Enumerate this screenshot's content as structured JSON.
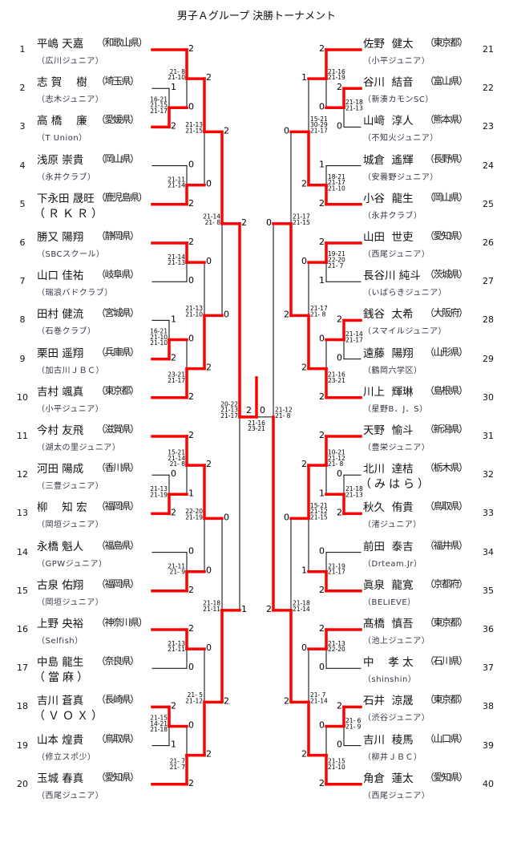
{
  "title": "男子Ａグループ 決勝トーナメント",
  "colors": {
    "winner_line": "#ff0000",
    "line": "#000000"
  },
  "players": [
    {
      "no": "1",
      "name": "平嶋 天嘉",
      "pref": "（和歌山県）",
      "team": "（広川ジュニア）"
    },
    {
      "no": "2",
      "name": "志 賀　 樹",
      "pref": "（埼玉県）",
      "team": "（志木ジュニア）"
    },
    {
      "no": "3",
      "name": "高 橋　 廉",
      "pref": "（愛媛県）",
      "team": "（T Union）"
    },
    {
      "no": "4",
      "name": "浅原 崇貴",
      "pref": "（岡山県）",
      "team": "（永井クラブ）"
    },
    {
      "no": "5",
      "name": "下永田 晟旺",
      "pref": "（鹿児島県）",
      "team": "（ＲＫＲ）",
      "big": true
    },
    {
      "no": "6",
      "name": "勝又 陽翔",
      "pref": "（静岡県）",
      "team": "（SBCスクール）"
    },
    {
      "no": "7",
      "name": "山口 佳祐",
      "pref": "（岐阜県）",
      "team": "（瑞浪バドクラブ）"
    },
    {
      "no": "8",
      "name": "田村 健流",
      "pref": "（宮城県）",
      "team": "（石巻クラブ）"
    },
    {
      "no": "9",
      "name": "栗田 遥翔",
      "pref": "（兵庫県）",
      "team": "（加古川ＪＢＣ）"
    },
    {
      "no": "10",
      "name": "吉村 颯真",
      "pref": "（東京都）",
      "team": "（小平ジュニア）"
    },
    {
      "no": "11",
      "name": "今村 友飛",
      "pref": "（滋賀県）",
      "team": "（湖太の里ジュニア）"
    },
    {
      "no": "12",
      "name": "河田 陽成",
      "pref": "（香川県）",
      "team": "（三豊ジュニア）"
    },
    {
      "no": "13",
      "name": "柳　 知 宏",
      "pref": "（福岡県）",
      "team": "（岡垣ジュニア）"
    },
    {
      "no": "14",
      "name": "永橋 魁人",
      "pref": "（福島県）",
      "team": "（GPWジュニア）"
    },
    {
      "no": "15",
      "name": "古泉 佑翔",
      "pref": "（福岡県）",
      "team": "（岡垣ジュニア）"
    },
    {
      "no": "16",
      "name": "上野 央裕",
      "pref": "（神奈川県）",
      "team": "（Selfish）"
    },
    {
      "no": "17",
      "name": "中島 龍生",
      "pref": "（奈良県）",
      "team": "（當麻）",
      "big": true
    },
    {
      "no": "18",
      "name": "吉川 蒼真",
      "pref": "（長崎県）",
      "team": "（ＶＯＸ）",
      "big": true
    },
    {
      "no": "19",
      "name": "山本 煌貴",
      "pref": "（鳥取県）",
      "team": "（修立スポ少）"
    },
    {
      "no": "20",
      "name": "玉城 春真",
      "pref": "（愛知県）",
      "team": "（西尾ジュニア）"
    },
    {
      "no": "21",
      "name": "佐野  健太",
      "pref": "（東京都）",
      "team": "（小平ジュニア）"
    },
    {
      "no": "22",
      "name": "谷川  結音",
      "pref": "（富山県）",
      "team": "（新湊カモンSC）"
    },
    {
      "no": "23",
      "name": "山﨑  淳人",
      "pref": "（熊本県）",
      "team": "（不知火ジュニア）"
    },
    {
      "no": "24",
      "name": "城倉  遙輝",
      "pref": "（長野県）",
      "team": "（安曇野ジュニア）"
    },
    {
      "no": "25",
      "name": "小谷  龍生",
      "pref": "（岡山県）",
      "team": "（永井クラブ）"
    },
    {
      "no": "26",
      "name": "山田  世吏",
      "pref": "（愛知県）",
      "team": "（西尾ジュニア）"
    },
    {
      "no": "27",
      "name": "長谷川 純斗",
      "pref": "（茨城県）",
      "team": "（いばらきジュニア）"
    },
    {
      "no": "28",
      "name": "銭谷  太希",
      "pref": "（大阪府）",
      "team": "（スマイルジュニア）"
    },
    {
      "no": "29",
      "name": "遠藤  陽翔",
      "pref": "（山形県）",
      "team": "（鶴岡六学区）"
    },
    {
      "no": "30",
      "name": "川上  輝琳",
      "pref": "（島根県）",
      "team": "（星野B．J．S）"
    },
    {
      "no": "31",
      "name": "天野  愉斗",
      "pref": "（新潟県）",
      "team": "（豊栄ジュニア）"
    },
    {
      "no": "32",
      "name": "北川  達桔",
      "pref": "（栃木県）",
      "team": "（みはら）",
      "big": true
    },
    {
      "no": "33",
      "name": "秋久  侑貴",
      "pref": "（鳥取県）",
      "team": "（渚ジュニア）"
    },
    {
      "no": "34",
      "name": "前田  泰吉",
      "pref": "（福井県）",
      "team": "（Drteam.Jr）"
    },
    {
      "no": "35",
      "name": "眞泉  龍寛",
      "pref": "（京都府）",
      "team": "（BELIEVE）"
    },
    {
      "no": "36",
      "name": "髙橋  慎吾",
      "pref": "（東京都）",
      "team": "（池上ジュニア）"
    },
    {
      "no": "37",
      "name": "中　 孝 太",
      "pref": "（石川県）",
      "team": "（shinshin）"
    },
    {
      "no": "38",
      "name": "石井  涼晟",
      "pref": "（東京都）",
      "team": "（渋谷ジュニア）"
    },
    {
      "no": "39",
      "name": "吉川  稜馬",
      "pref": "（山口県）",
      "team": "（柳井ＪＢＣ）"
    },
    {
      "no": "40",
      "name": "角倉  蓮太",
      "pref": "（愛知県）",
      "team": "（西尾ジュニア）"
    }
  ],
  "matches": {
    "L1A": {
      "scores": [
        "1",
        "2"
      ],
      "games": [
        "16-21",
        "21-15",
        "21-17"
      ]
    },
    "L1B": {
      "scores": [
        "2",
        "0"
      ],
      "games": [
        "21- 8",
        "21-10"
      ]
    },
    "L1C": {
      "scores": [
        "0",
        "2"
      ],
      "games": [
        "21-11",
        "21-14"
      ]
    },
    "L1D": {
      "scores": [
        "2",
        "0"
      ],
      "games": [
        "21-13",
        "21-15"
      ]
    },
    "L2E": {
      "scores": [
        "2",
        "0"
      ],
      "games": [
        "21-14",
        "21-13"
      ]
    },
    "L2F": {
      "scores": [
        "1",
        "2"
      ],
      "games": [
        "16-21",
        "21-10",
        "21-10"
      ]
    },
    "L2G": {
      "scores": [
        "0",
        "2"
      ],
      "games": [
        "23-21",
        "21-17"
      ]
    },
    "L2H": {
      "scores": [
        "0",
        "2"
      ],
      "games": [
        "21-13",
        "21-10"
      ]
    },
    "LQ1": {
      "scores": [
        "2",
        "0"
      ],
      "games": [
        "21-14",
        "21- 8"
      ]
    },
    "L3A": {
      "scores": [
        "0",
        "2"
      ],
      "games": [
        "21-13",
        "21-19"
      ]
    },
    "L3B": {
      "scores": [
        "2",
        "1"
      ],
      "games": [
        "15-21",
        "21-14",
        "21- 8"
      ]
    },
    "L3C": {
      "scores": [
        "0",
        "2"
      ],
      "games": [
        "21-11",
        "21- 9"
      ]
    },
    "L3D": {
      "scores": [
        "2",
        "0"
      ],
      "games": [
        "22-20",
        "21-19"
      ]
    },
    "L4E": {
      "scores": [
        "2",
        "0"
      ],
      "games": [
        "21-13",
        "21-11"
      ]
    },
    "L4F": {
      "scores": [
        "2",
        "1"
      ],
      "games": [
        "21-15",
        "14-21",
        "21-18"
      ]
    },
    "L4G": {
      "scores": [
        "0",
        "2"
      ],
      "games": [
        "21- 7",
        "21- 7"
      ]
    },
    "L4H": {
      "scores": [
        "0",
        "2"
      ],
      "games": [
        "21- 5",
        "21-12"
      ]
    },
    "LQ2": {
      "scores": [
        "0",
        "2"
      ],
      "games": [
        "21-18",
        "21-11"
      ]
    },
    "LSF": {
      "scores": [
        "2",
        "1"
      ],
      "games": [
        "20-22",
        "21-13",
        "21-17"
      ]
    },
    "R1A": {
      "scores": [
        "2",
        "0"
      ],
      "games": [
        "21-18",
        "21-13"
      ]
    },
    "R1B": {
      "scores": [
        "2",
        "0"
      ],
      "games": [
        "21-16",
        "21-19"
      ]
    },
    "R1C": {
      "scores": [
        "1",
        "2"
      ],
      "games": [
        "18-21",
        "21-17",
        "21-10"
      ]
    },
    "R1D": {
      "scores": [
        "1",
        "2"
      ],
      "games": [
        "15-21",
        "30-29",
        "21-17"
      ]
    },
    "R2E": {
      "scores": [
        "2",
        "1"
      ],
      "games": [
        "19-21",
        "22-20",
        "21- 7"
      ]
    },
    "R2F": {
      "scores": [
        "2",
        "0"
      ],
      "games": [
        "21-14",
        "21-17"
      ]
    },
    "R2G": {
      "scores": [
        "0",
        "2"
      ],
      "games": [
        "21-16",
        "23-21"
      ]
    },
    "R2H": {
      "scores": [
        "0",
        "2"
      ],
      "games": [
        "21-17",
        "21- 8"
      ]
    },
    "RQ1": {
      "scores": [
        "0",
        "2"
      ],
      "games": [
        "21-17",
        "21-15"
      ]
    },
    "R3A": {
      "scores": [
        "0",
        "2"
      ],
      "games": [
        "21-18",
        "21-13"
      ]
    },
    "R3B": {
      "scores": [
        "2",
        "1"
      ],
      "games": [
        "10-21",
        "21-12",
        "21- 8"
      ]
    },
    "R3C": {
      "scores": [
        "0",
        "2"
      ],
      "games": [
        "21-19",
        "21-17"
      ]
    },
    "R3D": {
      "scores": [
        "2",
        "1"
      ],
      "games": [
        "15-21",
        "21-12",
        "21-15"
      ]
    },
    "R4E": {
      "scores": [
        "2",
        "0"
      ],
      "games": [
        "21-13",
        "22-20"
      ]
    },
    "R4F": {
      "scores": [
        "2",
        "0"
      ],
      "games": [
        "21- 6",
        "21- 9"
      ]
    },
    "R4G": {
      "scores": [
        "0",
        "2"
      ],
      "games": [
        "21-15",
        "21-10"
      ]
    },
    "R4H": {
      "scores": [
        "0",
        "2"
      ],
      "games": [
        "21- 7",
        "21-14"
      ]
    },
    "RQ2": {
      "scores": [
        "0",
        "2"
      ],
      "games": [
        "21-18",
        "21-14"
      ]
    },
    "RSF": {
      "scores": [
        "0",
        "2"
      ],
      "games": [
        "21-12",
        "21- 8"
      ]
    }
  },
  "final": {
    "scores": [
      "2",
      "0"
    ],
    "games": [
      "21-16",
      "23-21"
    ]
  }
}
